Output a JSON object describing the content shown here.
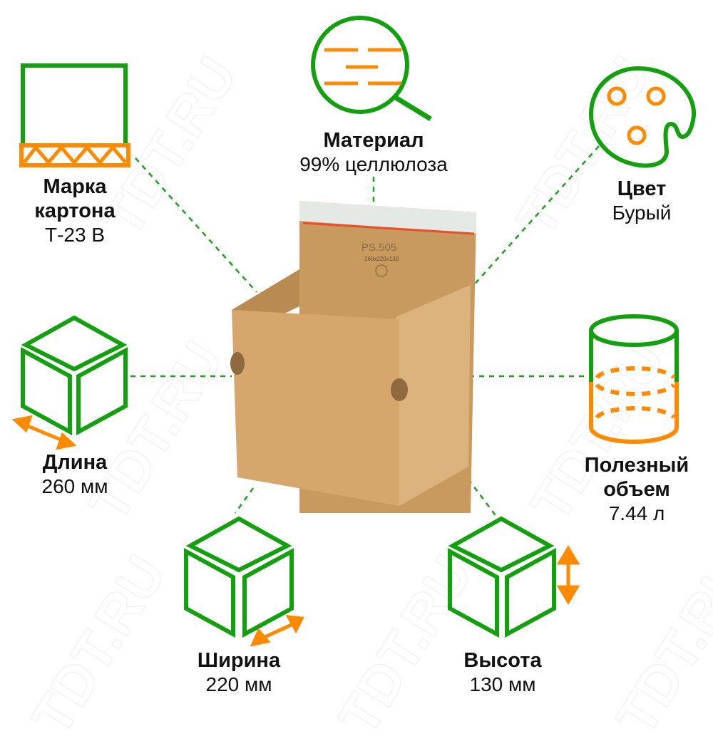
{
  "colors": {
    "green": "#12a00e",
    "orange": "#ff8a00",
    "cardboard": "#d2a46c",
    "dash": "#1aa31a"
  },
  "watermark": "TDT.RU",
  "product": {
    "image_alt": "Самозапечатывающаяся коробка",
    "print_model": "PS.505",
    "print_size": "260x220x130"
  },
  "features": {
    "brand": {
      "icon": "corrugated-cardboard-icon",
      "title_line1": "Марка",
      "title_line2": "картона",
      "value": "Т-23 В"
    },
    "material": {
      "icon": "magnifier-icon",
      "title": "Материал",
      "value": "99% целлюлоза"
    },
    "color": {
      "icon": "palette-icon",
      "title": "Цвет",
      "value": "Бурый"
    },
    "length": {
      "icon": "cube-length-icon",
      "title": "Длина",
      "value": "260 мм"
    },
    "volume": {
      "icon": "cylinder-volume-icon",
      "title_line1": "Полезный",
      "title_line2": "объем",
      "value": "7.44 л"
    },
    "width": {
      "icon": "cube-width-icon",
      "title": "Ширина",
      "value": "220 мм"
    },
    "height": {
      "icon": "cube-height-icon",
      "title": "Высота",
      "value": "130 мм"
    }
  }
}
